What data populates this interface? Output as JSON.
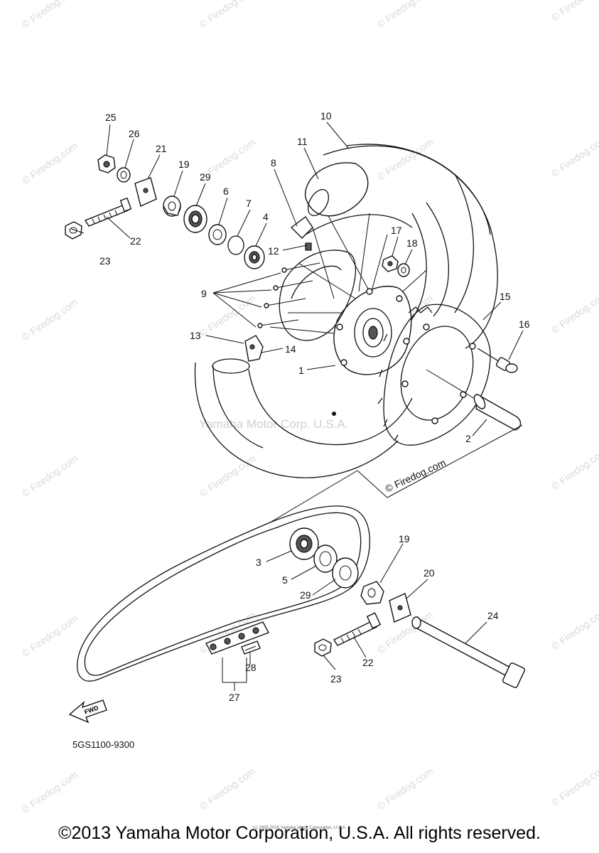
{
  "watermark": {
    "text": "© Firedog.com",
    "center_text": "Yamaha Motor Corp. U.S.A.",
    "inline_text": "© Firedog.com"
  },
  "diagram_code": "5GS1100-9300",
  "fwd_label": "FWD",
  "footer": {
    "copyright": "©2013 Yamaha Motor Corporation, U.S.A. All rights reserved.",
    "small_print": "(c) 2005-2015 Yamaha Motor Corporation, U.S.A."
  },
  "callouts": {
    "c1": "1",
    "c2": "2",
    "c3": "3",
    "c4": "4",
    "c5": "5",
    "c6": "6",
    "c7": "7",
    "c8": "8",
    "c9": "9",
    "c10": "10",
    "c11": "11",
    "c12": "12",
    "c13": "13",
    "c14": "14",
    "c15": "15",
    "c16": "16",
    "c17": "17",
    "c18": "18",
    "c19a": "19",
    "c19b": "19",
    "c20": "20",
    "c21": "21",
    "c22a": "22",
    "c22b": "22",
    "c23a": "23",
    "c23b": "23",
    "c24": "24",
    "c25": "25",
    "c26": "26",
    "c27": "27",
    "c28": "28",
    "c29a": "29",
    "c29b": "29"
  }
}
